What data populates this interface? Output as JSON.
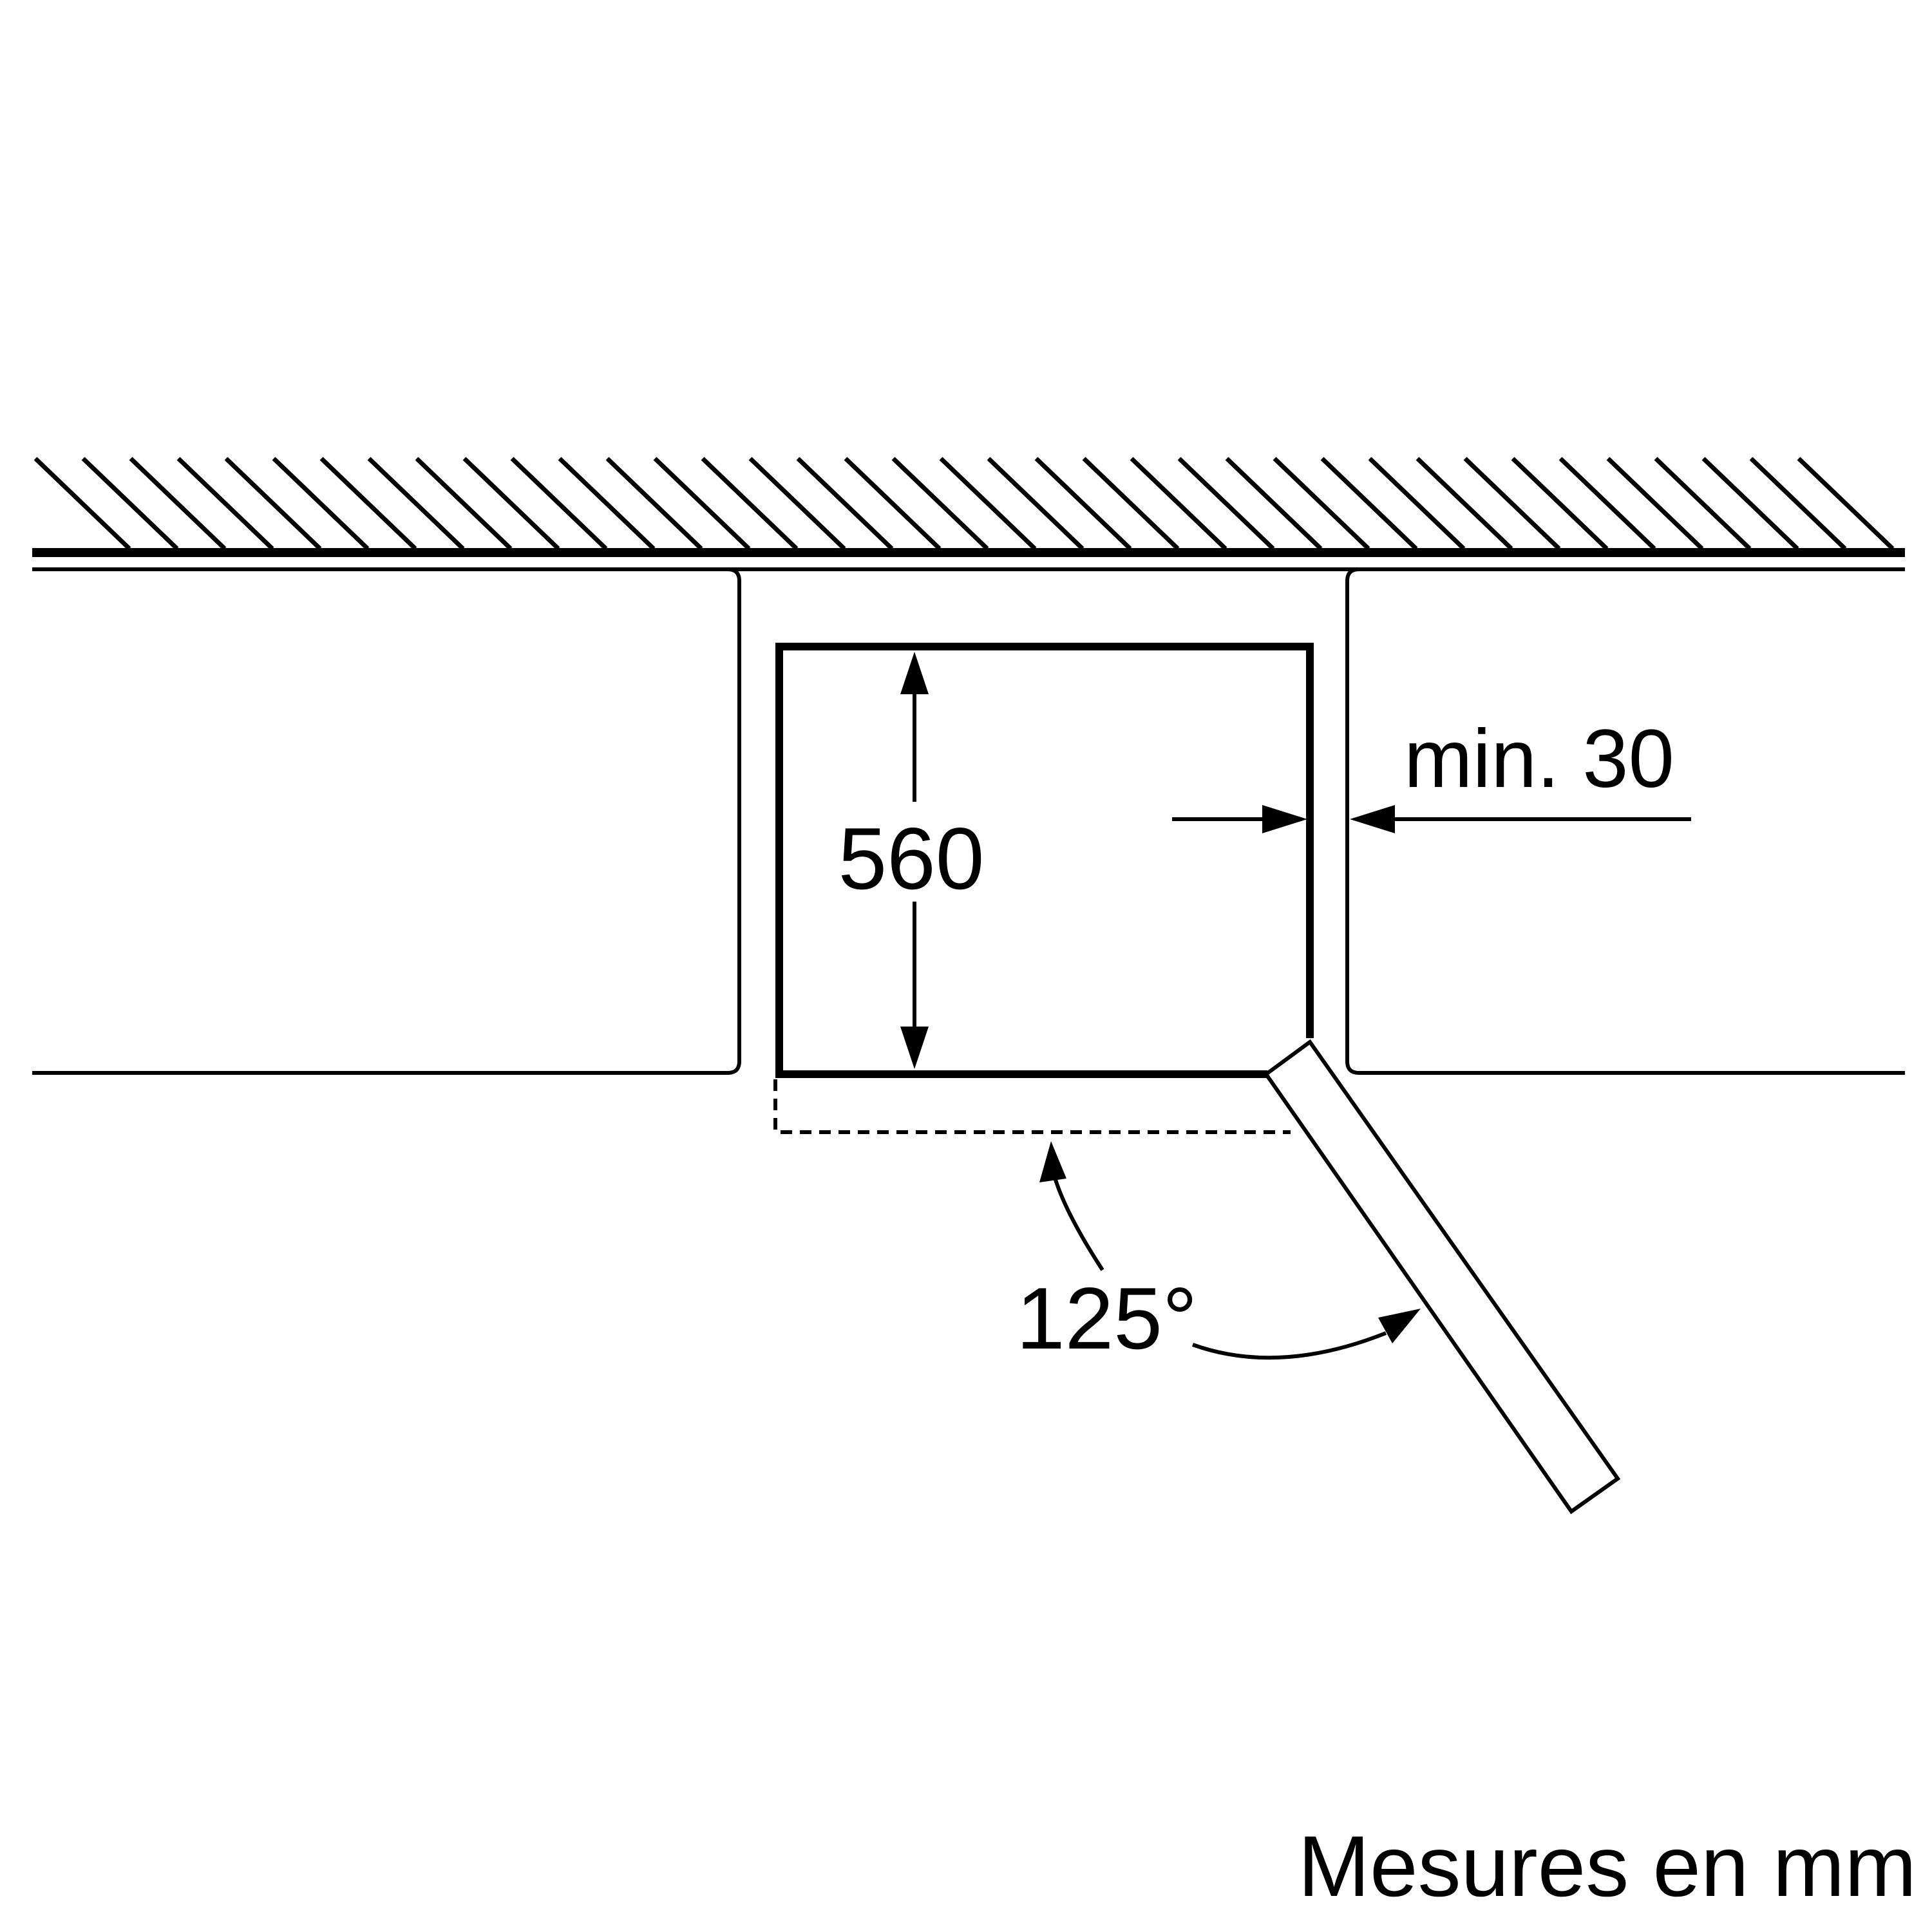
{
  "labels": {
    "depth": "560",
    "side_gap": "min. 30",
    "door_angle": "125°",
    "units": "Mesures en mm"
  },
  "colors": {
    "ink": "#000000",
    "background": "#ffffff"
  }
}
